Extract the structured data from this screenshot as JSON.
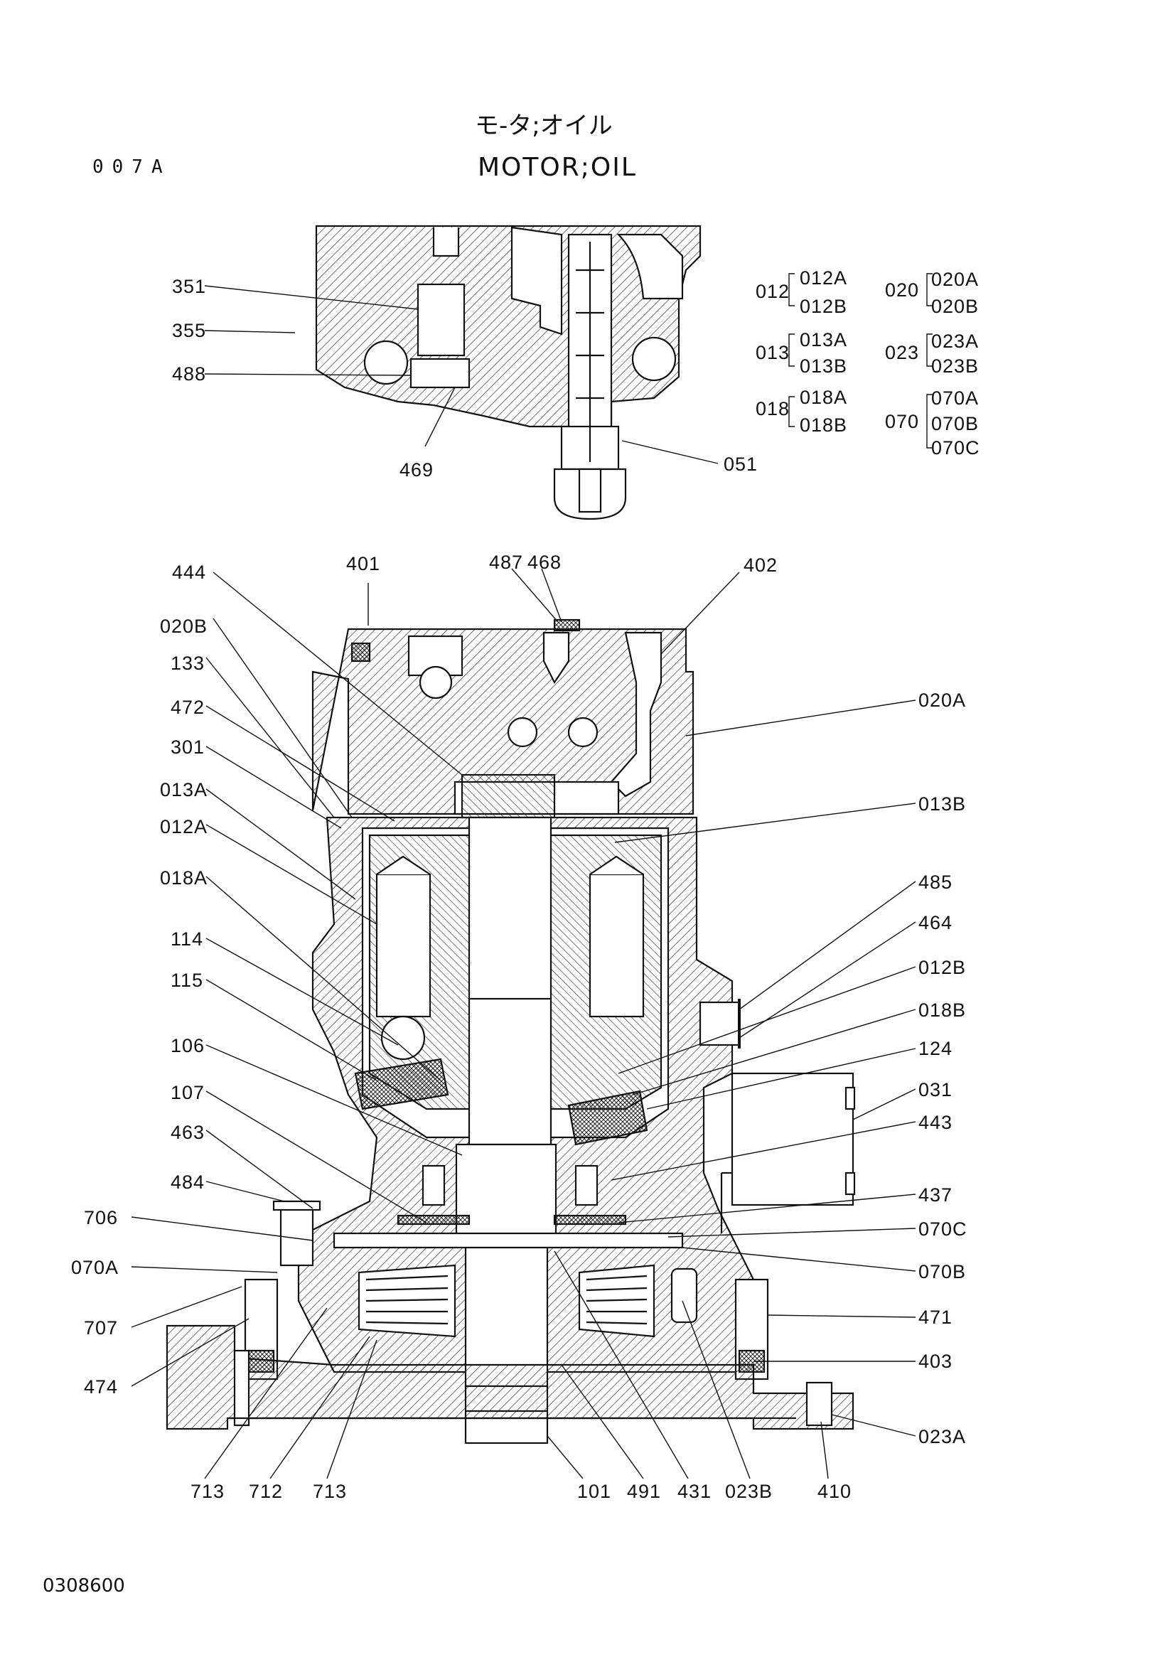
{
  "header": {
    "title_jp": "モ-タ;オイル",
    "title_en": "MOTOR;OIL",
    "page_code": "007A",
    "drawing_number": "0308600"
  },
  "legend": {
    "groups": [
      {
        "parent": "012",
        "children": [
          "012A",
          "012B"
        ]
      },
      {
        "parent": "013",
        "children": [
          "013A",
          "013B"
        ]
      },
      {
        "parent": "018",
        "children": [
          "018A",
          "018B"
        ]
      },
      {
        "parent": "020",
        "children": [
          "020A",
          "020B"
        ]
      },
      {
        "parent": "023",
        "children": [
          "023A",
          "023B"
        ]
      },
      {
        "parent": "070",
        "children": [
          "070A",
          "070B",
          "070C"
        ]
      }
    ]
  },
  "top_view_labels": {
    "l351": "351",
    "l355": "355",
    "l488": "488",
    "l469": "469",
    "l051": "051"
  },
  "main_view_labels": {
    "top": {
      "l401": "401",
      "l487": "487",
      "l468": "468",
      "l402": "402"
    },
    "left": {
      "l444": "444",
      "l020B": "020B",
      "l133": "133",
      "l472": "472",
      "l301": "301",
      "l013A": "013A",
      "l012A": "012A",
      "l018A": "018A",
      "l114": "114",
      "l115": "115",
      "l106": "106",
      "l107": "107",
      "l463": "463",
      "l484": "484",
      "l706": "706",
      "l070A": "070A",
      "l707": "707",
      "l474": "474"
    },
    "right": {
      "l020A": "020A",
      "l013B": "013B",
      "l485": "485",
      "l464": "464",
      "l012B": "012B",
      "l018B": "018B",
      "l124": "124",
      "l031": "031",
      "l443": "443",
      "l437": "437",
      "l070C": "070C",
      "l070B": "070B",
      "l471": "471",
      "l403": "403",
      "l023A": "023A"
    },
    "bottom": {
      "l713a": "713",
      "l712": "712",
      "l713b": "713",
      "l101": "101",
      "l491": "491",
      "l431": "431",
      "l023B": "023B",
      "l410": "410"
    }
  }
}
